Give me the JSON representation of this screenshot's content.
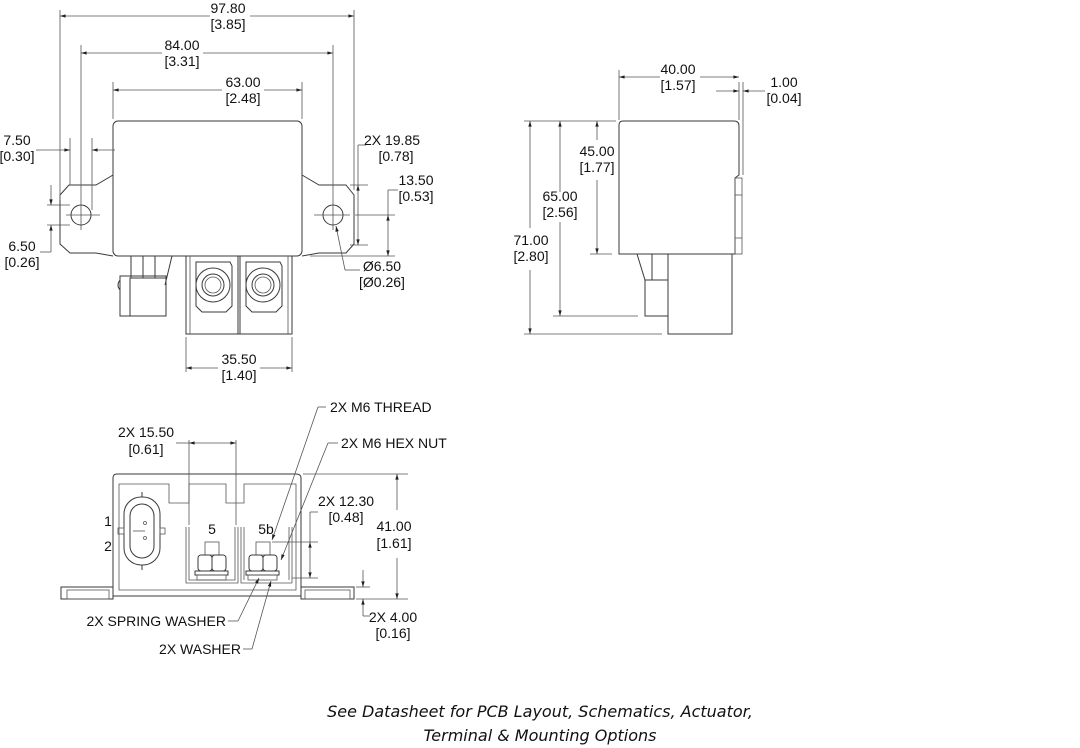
{
  "front_view": {
    "dims": {
      "overall_width": {
        "value": "97.80",
        "alt": "[3.85]"
      },
      "hole_spacing": {
        "value": "84.00",
        "alt": "[3.31]"
      },
      "body_width": {
        "value": "63.00",
        "alt": "[2.48]"
      },
      "flange_offset": {
        "value": "7.50",
        "alt": "[0.30]"
      },
      "flange_height": {
        "value": "2X 19.85",
        "alt": "[0.78]"
      },
      "hole_height": {
        "value": "13.50",
        "alt": "[0.53]"
      },
      "hole_edge": {
        "value": "6.50",
        "alt": "[0.26]"
      },
      "hole_diameter": {
        "value": "Ø6.50",
        "alt": "[Ø0.26]"
      },
      "terminal_width": {
        "value": "35.50",
        "alt": "[1.40]"
      }
    }
  },
  "side_view": {
    "dims": {
      "depth": {
        "value": "40.00",
        "alt": "[1.57]"
      },
      "lip": {
        "value": "1.00",
        "alt": "[0.04]"
      },
      "body_height": {
        "value": "45.00",
        "alt": "[1.77]"
      },
      "terminal_height": {
        "value": "65.00",
        "alt": "[2.56]"
      },
      "overall_height": {
        "value": "71.00",
        "alt": "[2.80]"
      }
    }
  },
  "bottom_view": {
    "dims": {
      "terminal_pitch": {
        "value": "2X 15.50",
        "alt": "[0.61]"
      },
      "stud_height": {
        "value": "2X 12.30",
        "alt": "[0.48]"
      },
      "height": {
        "value": "41.00",
        "alt": "[1.61]"
      },
      "flange_thickness": {
        "value": "2X 4.00",
        "alt": "[0.16]"
      }
    },
    "callouts": {
      "thread": "2X M6 THREAD",
      "hex_nut": "2X M6 HEX NUT",
      "spring_washer": "2X SPRING WASHER",
      "washer": "2X WASHER"
    },
    "pins": [
      "1",
      "2"
    ],
    "terminals": [
      "5",
      "5b"
    ]
  },
  "note": {
    "line1": "See Datasheet for PCB Layout, Schematics, Actuator,",
    "line2": "Terminal & Mounting Options"
  }
}
